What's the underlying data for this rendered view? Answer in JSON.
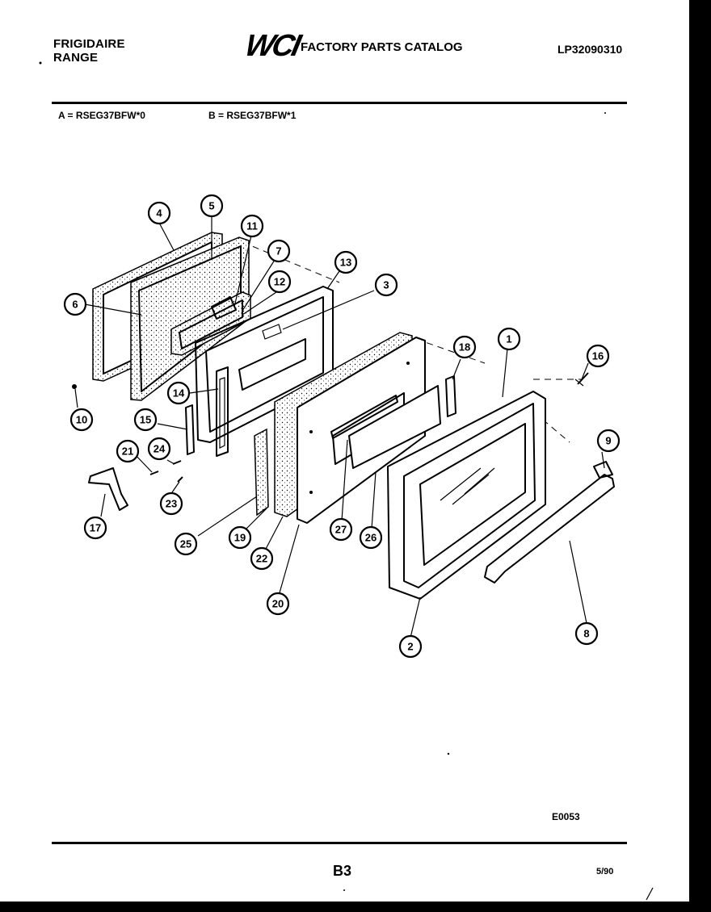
{
  "header": {
    "brand_line1": "FRIGIDAIRE",
    "brand_line2": "RANGE",
    "logo": "WCI",
    "catalog_title": "FACTORY PARTS CATALOG",
    "doc_number": "LP32090310"
  },
  "models": {
    "a": "A = RSEG37BFW*0",
    "b": "B = RSEG37BFW*1"
  },
  "diagram": {
    "callouts": [
      "4",
      "5",
      "11",
      "7",
      "13",
      "12",
      "3",
      "6",
      "18",
      "1",
      "16",
      "14",
      "10",
      "15",
      "21",
      "24",
      "9",
      "17",
      "23",
      "25",
      "19",
      "22",
      "27",
      "26",
      "20",
      "8",
      "2"
    ]
  },
  "footer": {
    "code": "E0053",
    "page": "B3",
    "date": "5/90"
  }
}
